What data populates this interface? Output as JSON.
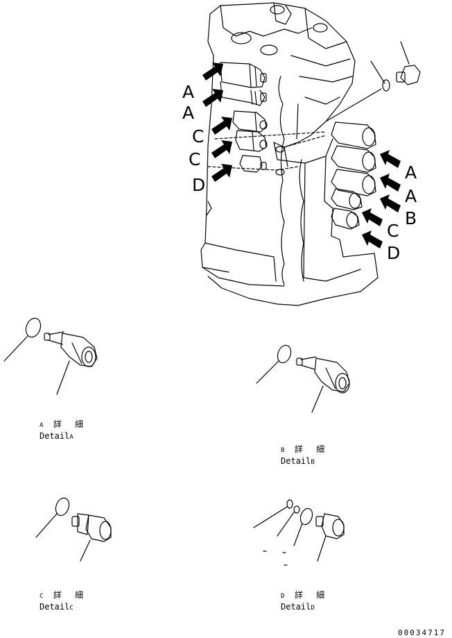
{
  "callouts_left": [
    "A",
    "A",
    "C",
    "C",
    "D"
  ],
  "callouts_right": [
    "A",
    "A",
    "B",
    "C",
    "D"
  ],
  "details": [
    {
      "letter": "A",
      "jp": "詳 細",
      "en": "Detail",
      "en_suffix": "A"
    },
    {
      "letter": "B",
      "jp": "詳 細",
      "en": "Detail",
      "en_suffix": "B"
    },
    {
      "letter": "C",
      "jp": "詳 細",
      "en": "Detail",
      "en_suffix": "C"
    },
    {
      "letter": "D",
      "jp": "詳 細",
      "en": "Detail",
      "en_suffix": "D"
    }
  ],
  "drawing_number": "00034717"
}
